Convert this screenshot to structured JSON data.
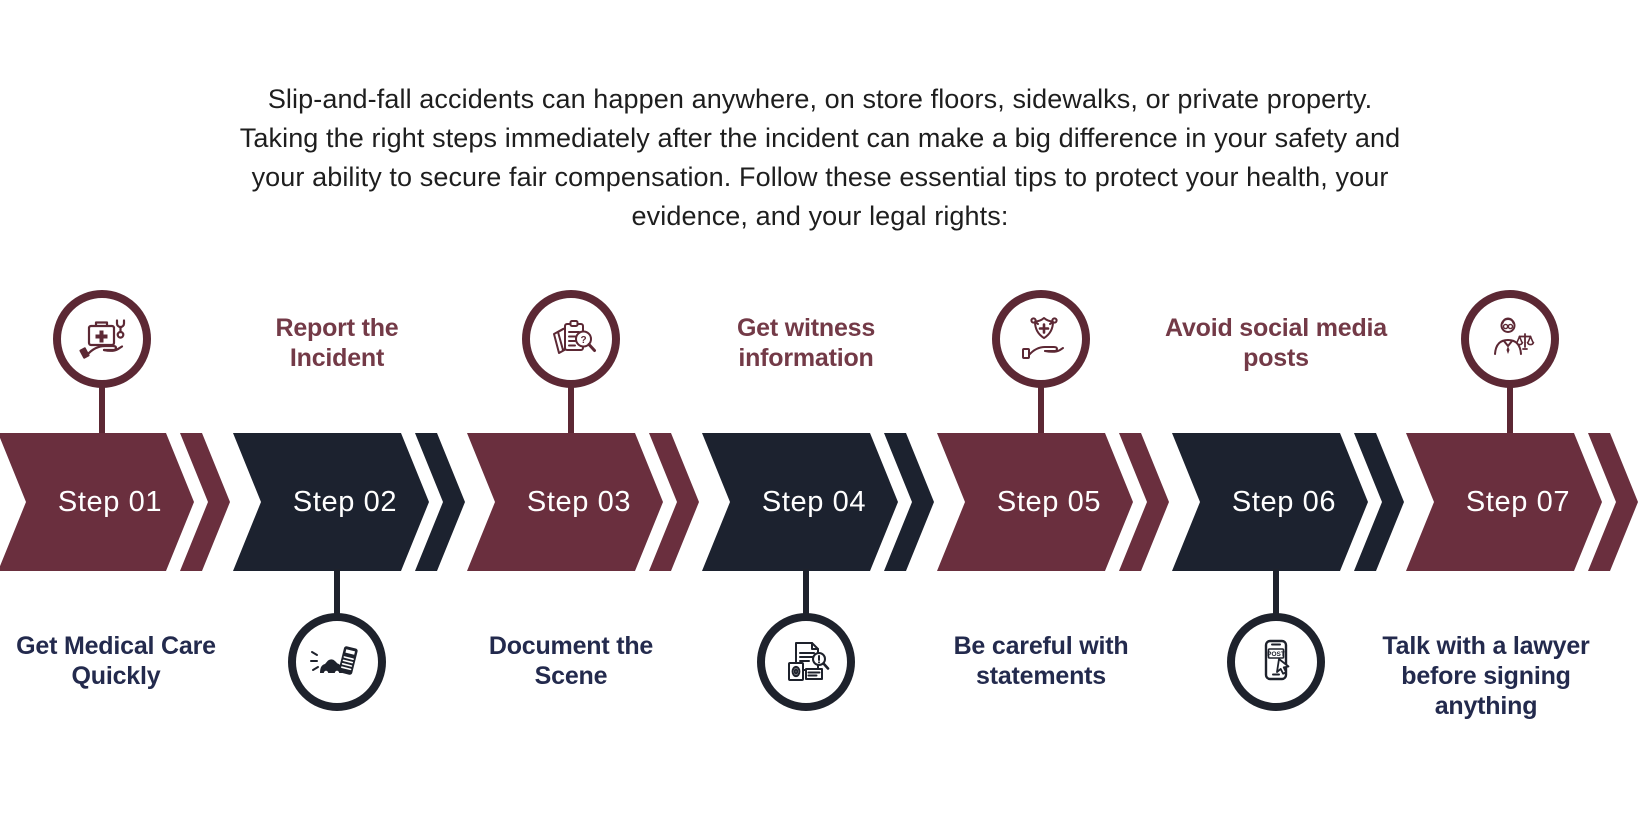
{
  "header": {
    "lines": [
      "Slip-and-fall accidents can happen anywhere, on store floors, sidewalks, or private property.",
      "Taking the right steps immediately after the incident can make a big difference in your safety and",
      "your ability to secure fair compensation. Follow these essential tips to protect your health, your",
      "evidence, and your legal rights:"
    ]
  },
  "colors": {
    "maroon": "#6A2F3E",
    "navy": "#1C222F",
    "maroon-border": "#5C2834",
    "navy-border": "#1E222C",
    "label-maroon": "#733A47",
    "label-navy": "#232A4D",
    "header-text": "#1E1E1E",
    "step-text": "#FFFFFF"
  },
  "steps": [
    {
      "number": "Step 01",
      "label": "Get Medical Care\nQuickly",
      "icon": "medical-care-icon",
      "icon_position": "top",
      "color": "maroon"
    },
    {
      "number": "Step 02",
      "label": "Report the\nIncident",
      "icon": "car-accident-icon",
      "icon_position": "bottom",
      "color": "navy"
    },
    {
      "number": "Step 03",
      "label": "Document the\nScene",
      "icon": "incident-report-icon",
      "icon_position": "top",
      "color": "maroon"
    },
    {
      "number": "Step 04",
      "label": "Get witness\ninformation",
      "icon": "evidence-document-icon",
      "icon_position": "bottom",
      "color": "navy"
    },
    {
      "number": "Step 05",
      "label": "Be careful with\nstatements",
      "icon": "insurance-shield-icon",
      "icon_position": "top",
      "color": "maroon"
    },
    {
      "number": "Step 06",
      "label": "Avoid social media\nposts",
      "icon": "social-media-post-icon",
      "icon_position": "bottom",
      "color": "navy"
    },
    {
      "number": "Step 07",
      "label": "Talk with a lawyer\nbefore signing\nanything",
      "icon": "lawyer-icon",
      "icon_position": "top",
      "color": "maroon"
    }
  ],
  "phone_icon_text": "POST"
}
